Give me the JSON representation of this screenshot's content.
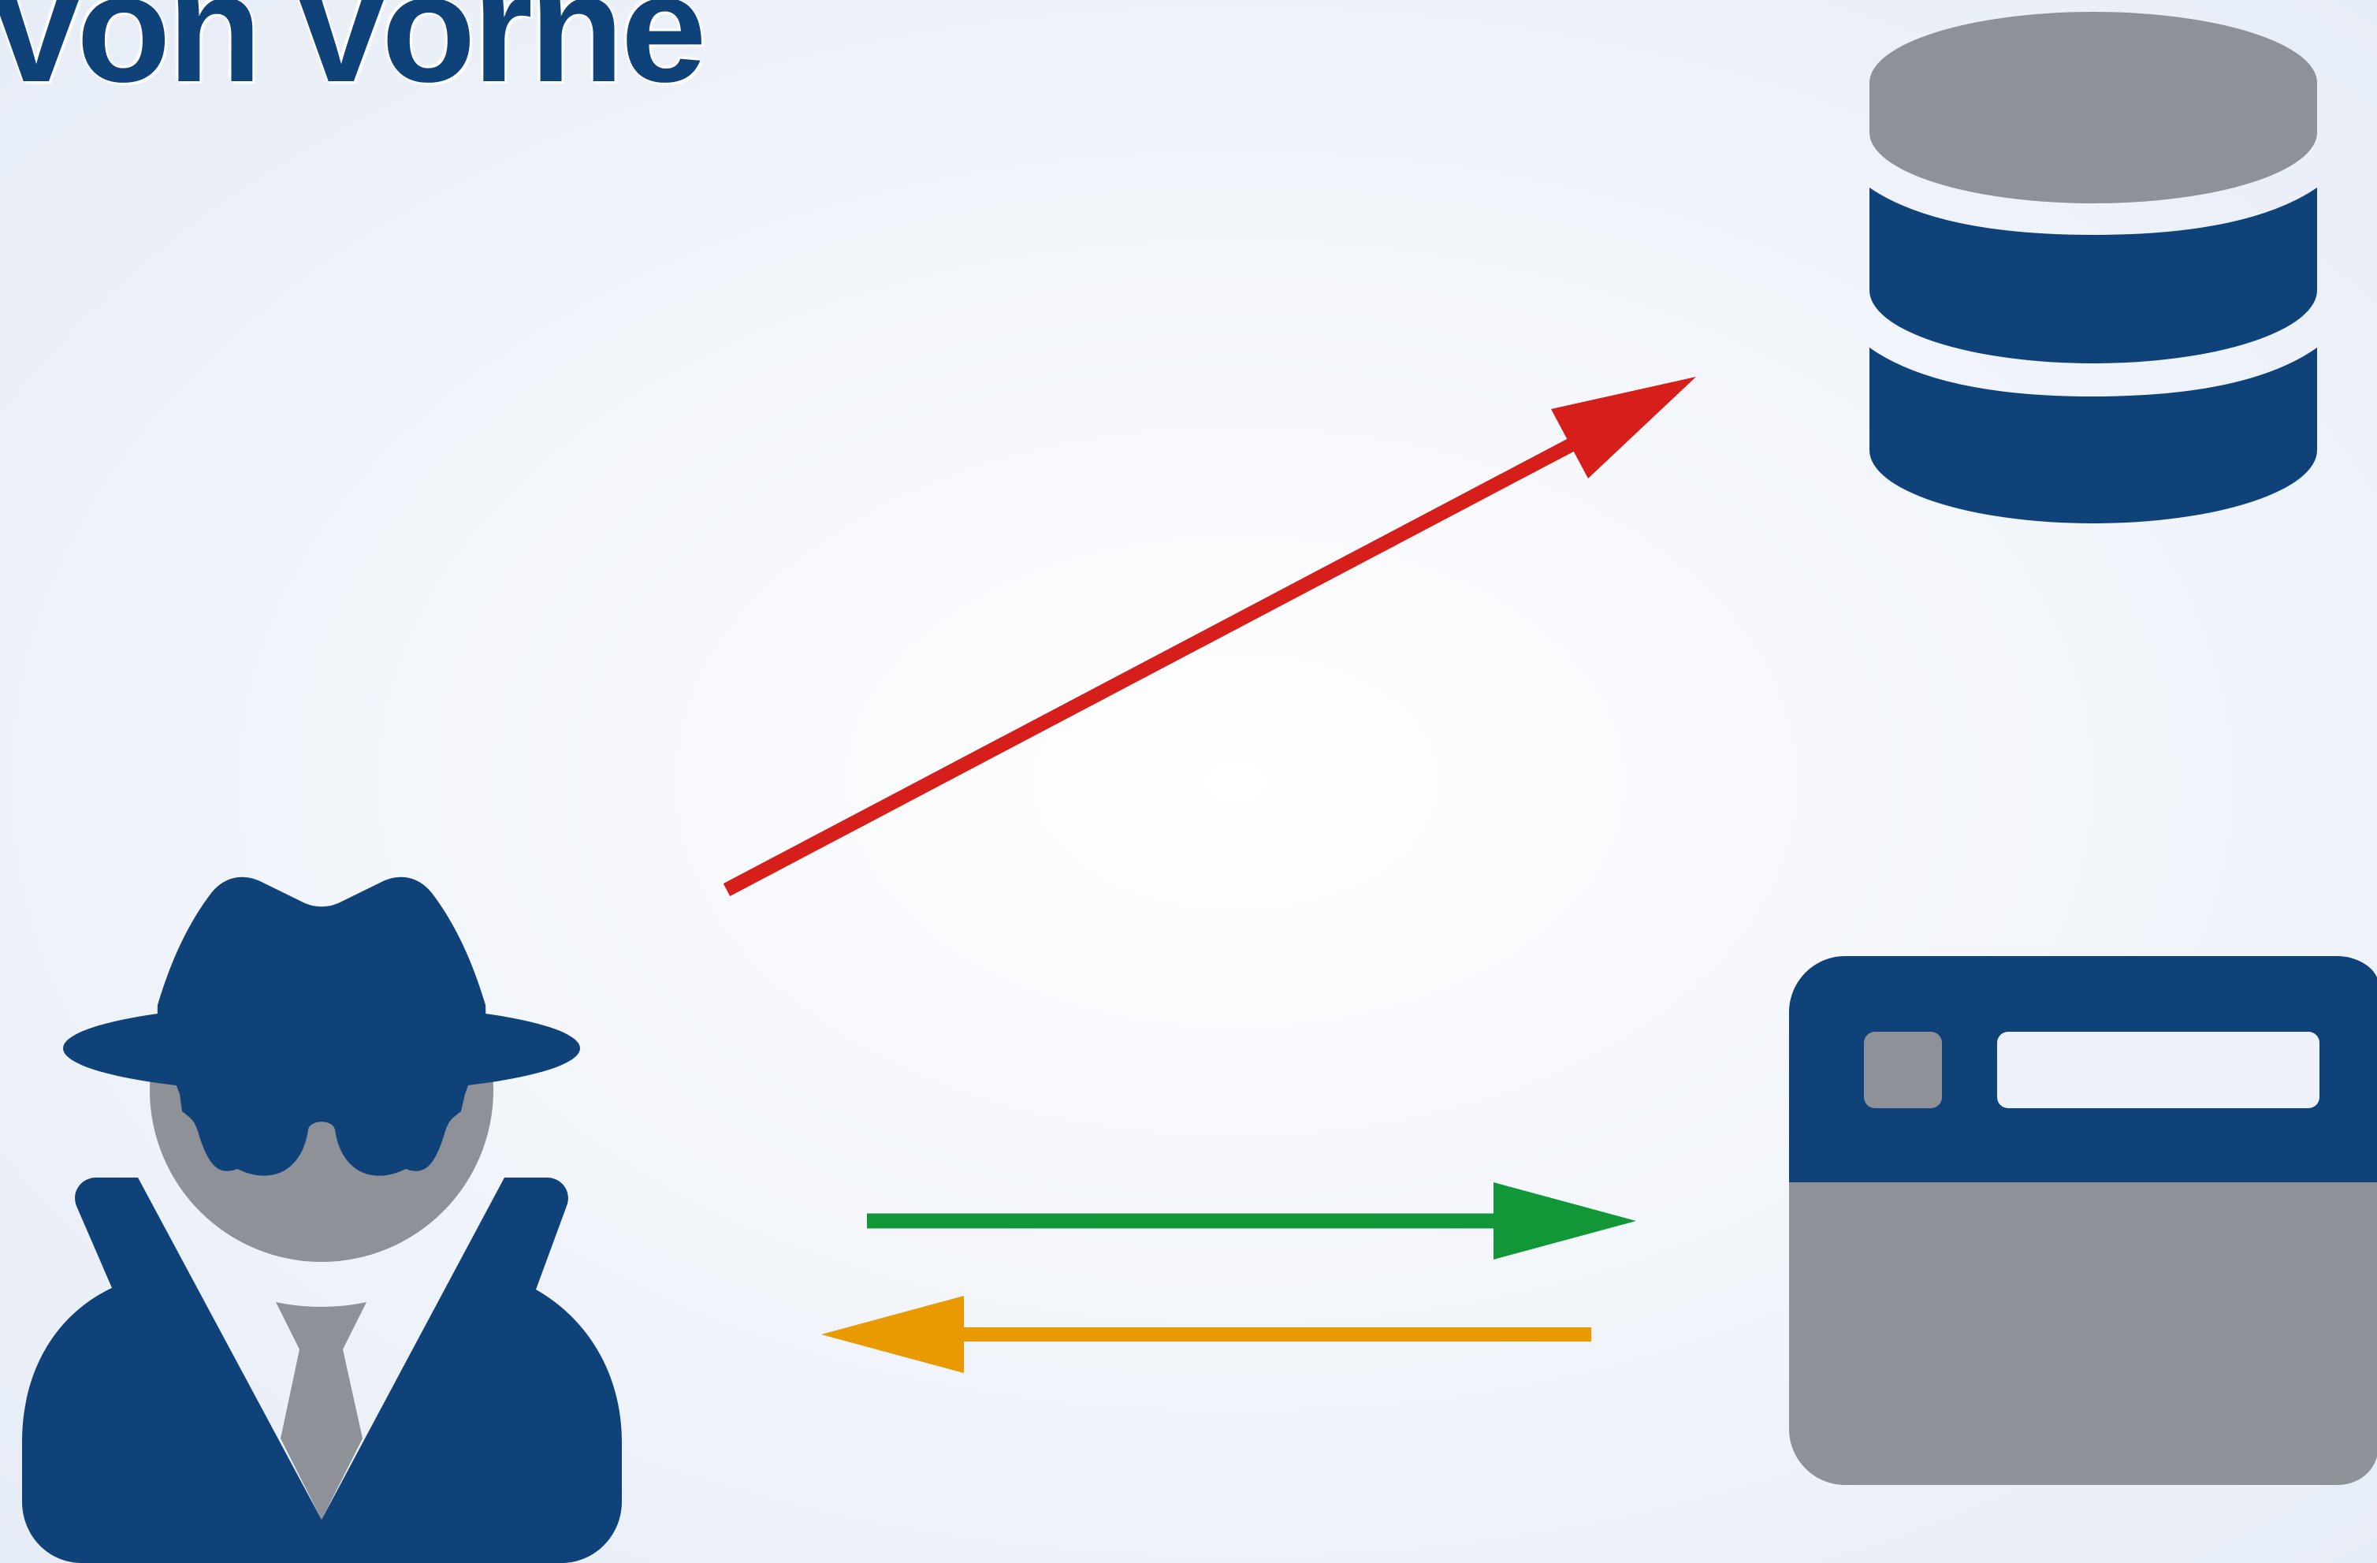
{
  "title": "von vorne",
  "colors": {
    "navy": "#0f4279",
    "gray": "#8e9197",
    "red": "#d61f1a",
    "green": "#119638",
    "orange": "#e89a00",
    "light": "#eef2f8"
  },
  "icons": {
    "attacker": "spy-icon",
    "database": "database-icon",
    "application": "browser-window-icon"
  },
  "arrows": [
    {
      "from": "attacker",
      "to": "database",
      "color": "red"
    },
    {
      "from": "attacker",
      "to": "application",
      "color": "green"
    },
    {
      "from": "application",
      "to": "attacker",
      "color": "orange"
    }
  ]
}
